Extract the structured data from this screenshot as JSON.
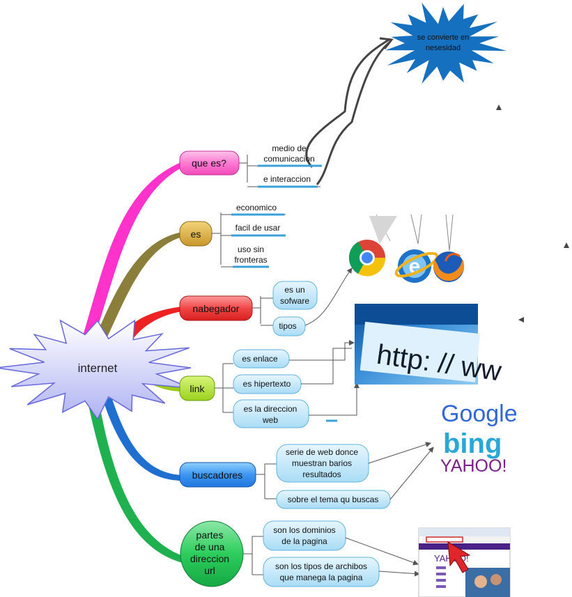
{
  "central": {
    "label": "internet"
  },
  "starburst": {
    "label_line1": "se convierte en",
    "label_line2": "nesesidad"
  },
  "branches": {
    "que_es": {
      "label": "que es?",
      "items": [
        {
          "line1": "medio de",
          "line2": "comunicacion"
        },
        {
          "line1": "e interaccion"
        }
      ]
    },
    "es": {
      "label": "es",
      "items": [
        {
          "line1": "economico"
        },
        {
          "line1": "facil de usar"
        },
        {
          "line1": "uso sin",
          "line2": "fronteras"
        }
      ]
    },
    "navegador": {
      "label": "nabegador",
      "items": [
        {
          "line1": "es un",
          "line2": "sofware"
        },
        {
          "line1": "tipos"
        }
      ]
    },
    "link": {
      "label": "link",
      "items": [
        {
          "line1": "es enlace"
        },
        {
          "line1": "es hipertexto"
        },
        {
          "line1": "es la direccion",
          "line2": "web"
        }
      ]
    },
    "buscadores": {
      "label": "buscadores",
      "items": [
        {
          "line1": "serie de web donce",
          "line2": "muestran barios",
          "line3": "resultados"
        },
        {
          "line1": "sobre el tema qu buscas"
        }
      ]
    },
    "partes": {
      "label_line1": "partes",
      "label_line2": "de una",
      "label_line3": "direccion",
      "label_line4": "url",
      "items": [
        {
          "line1": "son los dominios",
          "line2": "de la pagina"
        },
        {
          "line1": "son los tipos de archibos",
          "line2": "que  manega la pagina"
        }
      ]
    }
  },
  "images": {
    "http": {
      "text": "http: // ww"
    },
    "google": {
      "text": "Google"
    },
    "bing": {
      "text": "bing"
    },
    "yahoo": {
      "text": "YAHOO!"
    },
    "browser_thumb": {
      "text": "YAHOO!"
    }
  },
  "colors": {
    "pink": "#ff33cc",
    "olive": "#8b7d3a",
    "red": "#ee2222",
    "lime": "#aadd22",
    "blue": "#1f6fd0",
    "green": "#1fb050",
    "burst_blue": "#1670c0",
    "burst_lav": "#c9c9f5"
  }
}
